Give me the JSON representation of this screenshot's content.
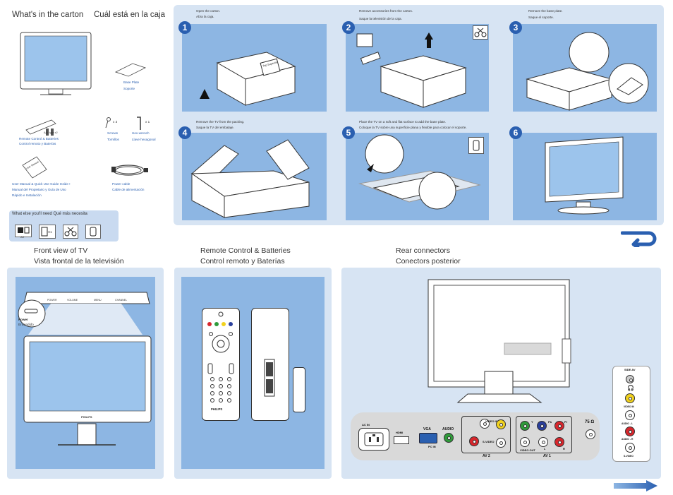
{
  "carton": {
    "title_en": "What's in the carton",
    "title_es": "Cuál está en la caja",
    "base_plate_en": "Base Plate",
    "base_plate_es": "Soporte",
    "remote_en": "Remote Control & Batteries",
    "remote_es": "Control remoto y Baterías",
    "aaa": "AAA type x2",
    "screws_en": "Screws",
    "screws_es": "Tornillos",
    "screws_qty": "x 3",
    "hex_en": "Hex-wrench",
    "hex_es": "Llave hexagonal",
    "hex_qty": "x 1",
    "manual_line1": "User Manual & Quick Use Guide Inside !",
    "manual_line2": "Manual del Propietario y Guía de Uso",
    "manual_line3": "Rápido e Instalación",
    "manual_cover": "User Manual",
    "cable_en": "Power cable",
    "cable_es": "Cable de alimentación"
  },
  "need": {
    "title": "What else you'll need   Qué más necesita",
    "ac_label": "AC",
    "x1": "X1"
  },
  "steps": [
    {
      "num": "1",
      "en": "Open the carton.",
      "es": "Abra la caja.",
      "box_text": "Top Superior"
    },
    {
      "num": "2",
      "en": "Remove accessories from the carton.",
      "es": "Saque la televisión de la caja."
    },
    {
      "num": "3",
      "en": "Remove the base plate.",
      "es": "Saque el soporte."
    },
    {
      "num": "4",
      "en": "Remove the TV from the packing.",
      "es": "Saque la TV del embalaje."
    },
    {
      "num": "5",
      "en": "Place the TV on a soft and flat surface to add the base plate.",
      "es": "Coloque la TV sobre una superficie plana y flexible para colocar el soporte."
    },
    {
      "num": "6",
      "en": "",
      "es": ""
    }
  ],
  "front": {
    "title_en": "Front view of TV",
    "title_es": "Vista frontal de la televisión",
    "power_en": "Power",
    "power_es": "Encendido",
    "controls": [
      "POWER",
      "VOLUME",
      "MENU",
      "CHANNEL"
    ],
    "brand": "PHILIPS"
  },
  "remote": {
    "title_en": "Remote Control & Batteries",
    "title_es": "Control remoto y Baterías",
    "brand": "PHILIPS"
  },
  "rear": {
    "title_en": "Rear connectors",
    "title_es": "Conectors posterior",
    "ac_in": "AC IN",
    "hdmi": "HDMI",
    "vga": "VGA",
    "audio": "AUDIO",
    "pc_in": "PC IN",
    "video_in": "VIDEO IN",
    "svideo": "S-VIDEO",
    "av2": "AV 2",
    "av1": "AV 1",
    "video_out": "VIDEO OUT",
    "ohm": "75 Ω",
    "pb": "Pb",
    "pr": "Pr",
    "y": "Y",
    "l": "L",
    "r": "R",
    "side_av": "SIDE AV",
    "side_video": "VIDEO IN",
    "audio_l": "AUDIO - L",
    "audio_r": "AUDIO - R",
    "side_svideo": "S-VIDEO"
  },
  "colors": {
    "panel": "#d7e4f3",
    "inner": "#8db6e3",
    "accent": "#2a5fb0",
    "yellow": "#f1d21e",
    "red": "#d8262c",
    "green": "#2f9a3a",
    "blue": "#2a3f9c"
  }
}
